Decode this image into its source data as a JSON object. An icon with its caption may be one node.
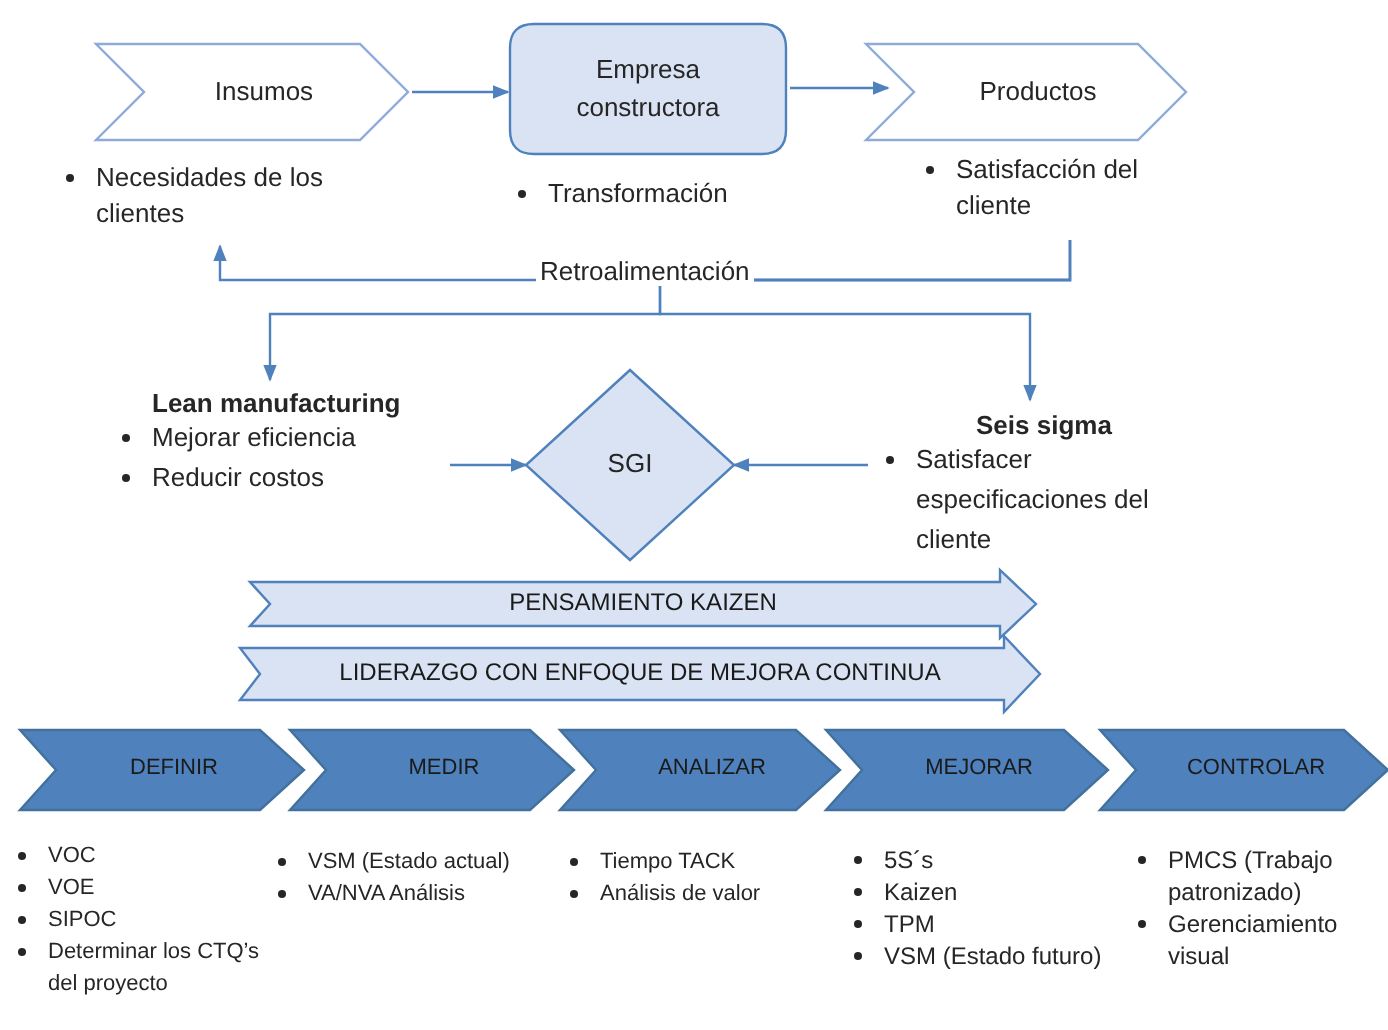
{
  "diagram": {
    "nodes": [
      {
        "text": [
          "Insumos"
        ]
      },
      {
        "text": [
          "Empresa constructora"
        ],
        "beside": [
          "Transformación"
        ]
      },
      {
        "text": [
          "Productos"
        ]
      },
      {
        "text": [
          "Necesidades de los clientes"
        ]
      },
      {
        "text": [
          "Satisfacción del cliente"
        ]
      },
      {
        "text": [
          "Lean manufacturing",
          "Mejorar eficiencia",
          "Reducir costos"
        ]
      },
      {
        "text": [
          "SGI"
        ]
      },
      {
        "text": [
          "Seis sigma",
          "Satisfacer especificaciones del cliente"
        ]
      },
      {
        "text": [
          "PENSAMIENTO KAIZEN"
        ]
      },
      {
        "text": [
          "LIDERAZGO CON ENFOQUE DE MEJORA CONTINUA"
        ]
      },
      {
        "text": [
          "DEFINIR"
        ],
        "beside": [
          "VOC",
          "VOE",
          "SIPOC",
          "Determinar los CTQ’s del proyecto"
        ]
      },
      {
        "text": [
          "MEDIR"
        ],
        "beside": [
          "VSM (Estado actual)",
          "VA/NVA  Análisis"
        ]
      },
      {
        "text": [
          "ANALIZAR"
        ],
        "beside": [
          "Tiempo TACK",
          "Análisis de valor"
        ]
      },
      {
        "text": [
          "MEJORAR"
        ],
        "beside": [
          "5S´s",
          "Kaizen",
          "TPM",
          "VSM (Estado futuro)"
        ]
      },
      {
        "text": [
          "CONTROLAR"
        ],
        "beside": [
          "PMCS (Trabajo patronizado)",
          "Gerenciamiento visual"
        ]
      }
    ],
    "edges": [
      {
        "from": 0,
        "to": 1,
        "arrow": "to"
      },
      {
        "from": 1,
        "to": 2,
        "arrow": "to"
      },
      {
        "from": 4,
        "to": 3,
        "arrow": "to",
        "label": "Retroalimentación"
      },
      {
        "from": 4,
        "to": 5,
        "arrow": "to"
      },
      {
        "from": 4,
        "to": 7,
        "arrow": "to"
      },
      {
        "from": 5,
        "to": 6,
        "arrow": "to"
      },
      {
        "from": 7,
        "to": 6,
        "arrow": "to"
      }
    ]
  }
}
